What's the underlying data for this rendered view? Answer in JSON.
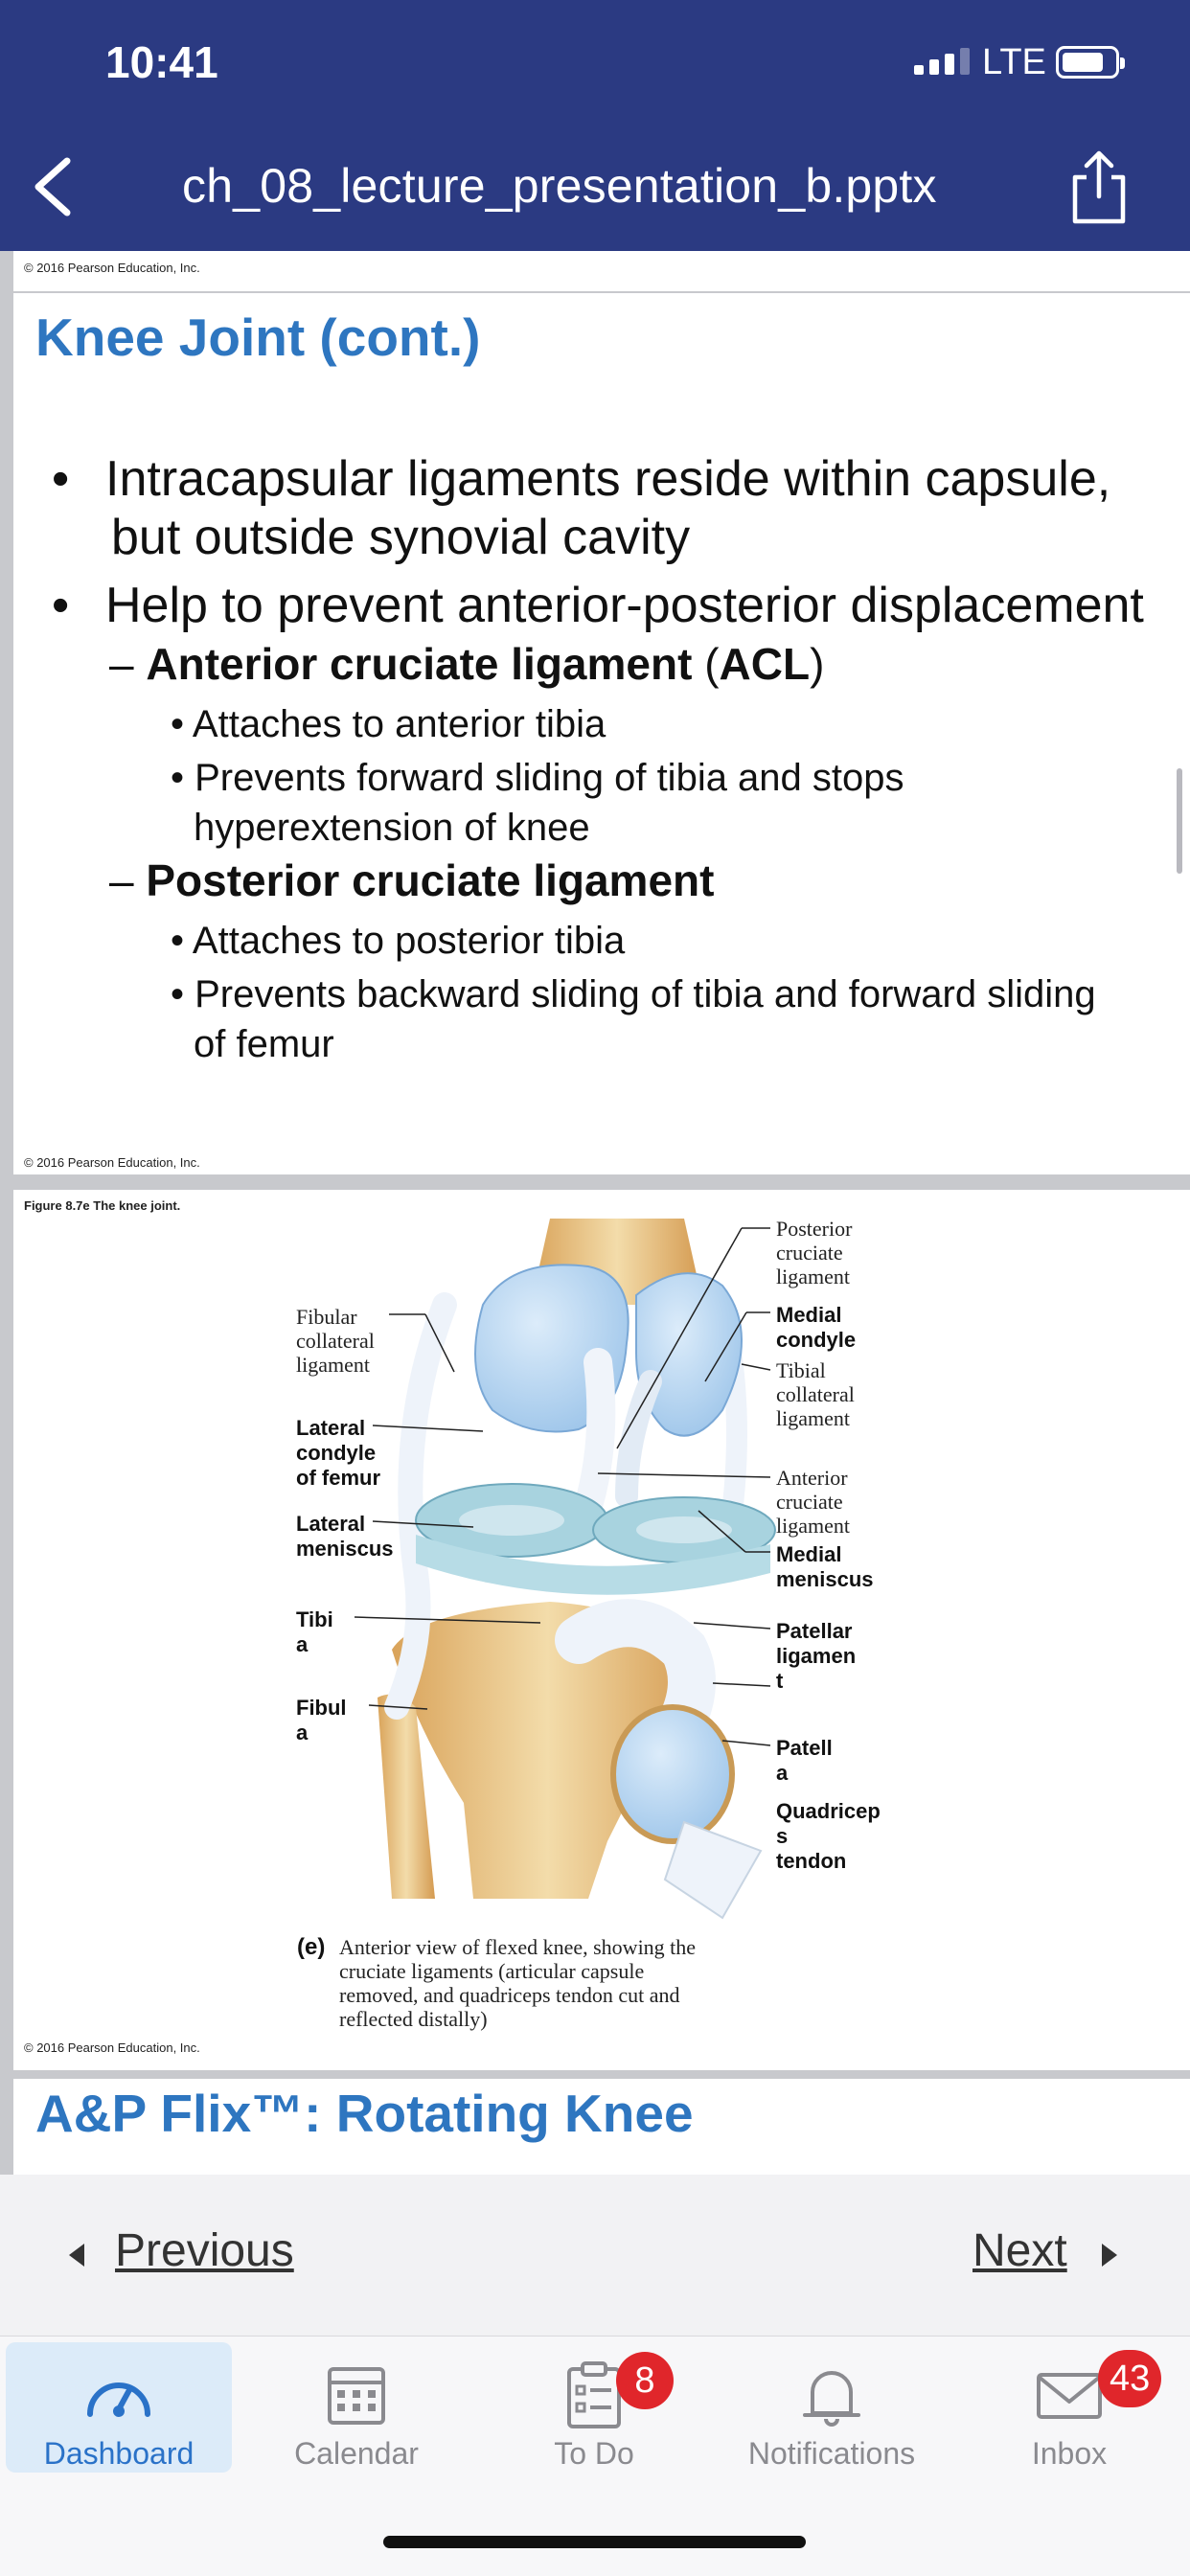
{
  "status_bar": {
    "time": "10:41",
    "network": "LTE"
  },
  "nav": {
    "title": "ch_08_lecture_presentation_b.pptx"
  },
  "slides": {
    "top_copyright": "© 2016 Pearson Education, Inc.",
    "slide1": {
      "title": "Knee Joint (cont.)",
      "bullets": [
        {
          "line1": "Intracapsular ligaments reside within capsule,",
          "line2": "but outside synovial cavity"
        },
        {
          "line1": "Help to prevent anterior-posterior displacement"
        }
      ],
      "sub1": {
        "bold": "Anterior cruciate ligament",
        "plain_open": " (",
        "abbr": "ACL",
        "plain_close": ")"
      },
      "sub1_items": [
        {
          "line1": "Attaches to anterior tibia"
        },
        {
          "line1": "Prevents forward sliding of tibia and stops",
          "line2": "hyperextension of knee"
        }
      ],
      "sub2": {
        "bold": "Posterior cruciate ligament"
      },
      "sub2_items": [
        {
          "line1": "Attaches to posterior tibia"
        },
        {
          "line1": "Prevents backward sliding of tibia and forward sliding",
          "line2": "of femur"
        }
      ],
      "copyright": "© 2016 Pearson Education, Inc."
    },
    "slide2": {
      "figure_title": "Figure 8.7e The knee joint.",
      "labels": {
        "fibular_collateral": "Fibular\ncollateral\nligament",
        "lateral_condyle": "Lateral\ncondyle\nof femur",
        "lateral_meniscus": "Lateral\nmeniscus",
        "tibia": "Tibi\na",
        "fibula": "Fibul\na",
        "posterior_cruciate": "Posterior\ncruciate\nligament",
        "medial_condyle": "Medial\ncondyle",
        "tibial_collateral": "Tibial\ncollateral\nligament",
        "anterior_cruciate": "Anterior\ncruciate\nligament",
        "medial_meniscus": "Medial\nmeniscus",
        "patellar_ligament": "Patellar\nligamen\nt",
        "patella": "Patell\na",
        "quadriceps_tendon": "Quadricep\ns\ntendon"
      },
      "caption_letter": "(e)",
      "caption": "Anterior view of flexed knee, showing the\ncruciate ligaments (articular capsule\nremoved, and quadriceps tendon cut and\nreflected distally)",
      "copyright": "© 2016 Pearson Education, Inc."
    },
    "slide3": {
      "title": "A&P Flix™: Rotating Knee"
    }
  },
  "pager": {
    "previous": "Previous",
    "next": "Next"
  },
  "tabbar": {
    "tabs": [
      {
        "label": "Dashboard",
        "icon": "dashboard-gauge-icon",
        "active": true
      },
      {
        "label": "Calendar",
        "icon": "calendar-icon"
      },
      {
        "label": "To Do",
        "icon": "todo-clipboard-icon",
        "badge": "8"
      },
      {
        "label": "Notifications",
        "icon": "bell-icon"
      },
      {
        "label": "Inbox",
        "icon": "inbox-envelope-icon",
        "badge": "43"
      }
    ]
  },
  "colors": {
    "nav_bg": "#2b3a82",
    "accent": "#2a72c8",
    "slide_title": "#2e76c0",
    "badge": "#e0262b"
  }
}
